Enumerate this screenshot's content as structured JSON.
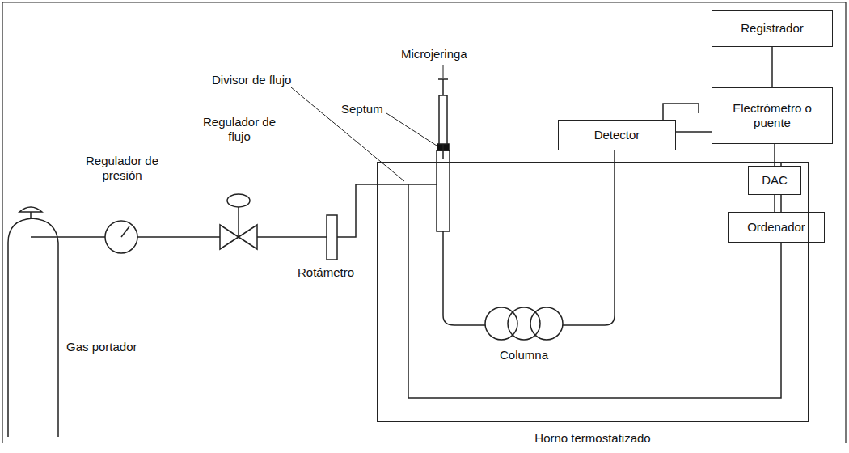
{
  "diagram": {
    "nodes": [
      {
        "text": [
          "Registrador"
        ]
      },
      {
        "text": [
          "Detector"
        ]
      },
      {
        "text": [
          "Electrómetro o puente"
        ]
      },
      {
        "text": [
          "DAC"
        ]
      },
      {
        "text": [
          "Ordenador"
        ]
      },
      {
        "text": [
          "Horno termostatizado"
        ]
      }
    ],
    "edges": [
      {
        "from": 0,
        "to": 2,
        "arrow": "none"
      },
      {
        "from": 1,
        "to": 2,
        "arrow": "none"
      },
      {
        "from": 2,
        "to": 3,
        "arrow": "none"
      },
      {
        "from": 3,
        "to": 4,
        "arrow": "none"
      }
    ],
    "labels": [
      "Microjeringa",
      "Divisor de flujo",
      "Septum",
      "Regulador de flujo",
      "Regulador de presión",
      "Rotámetro",
      "Columna",
      "Gas portador"
    ]
  }
}
